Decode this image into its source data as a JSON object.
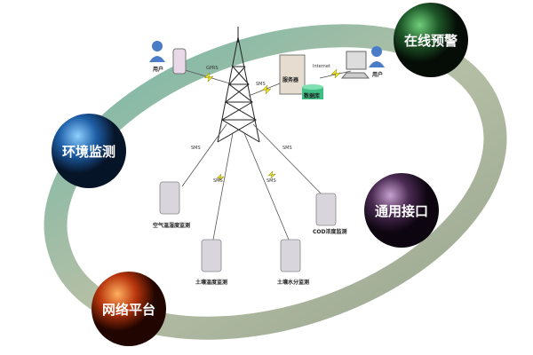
{
  "nodes": {
    "online_warning": {
      "label": "在线预警",
      "color": "#1f5a2a"
    },
    "env_monitor": {
      "label": "环境监测",
      "color": "#1e5fa8"
    },
    "interface": {
      "label": "通用接口",
      "color": "#4a2a52"
    },
    "platform": {
      "label": "网络平台",
      "color": "#b8350c"
    }
  },
  "ring_color": "#a9b89a",
  "users": {
    "left": "用户",
    "right": "用户"
  },
  "server": "服务器",
  "database": "数据库",
  "links": {
    "phone": "GPRS",
    "server": "SMS",
    "internet": "Internet",
    "s1": "SMS",
    "s2": "SMS",
    "s3": "SMS",
    "s4": "SMS"
  },
  "sensors": [
    "空气温湿度监测",
    "土壤温度监测",
    "土壤水分监测",
    "COD浓度监测"
  ]
}
